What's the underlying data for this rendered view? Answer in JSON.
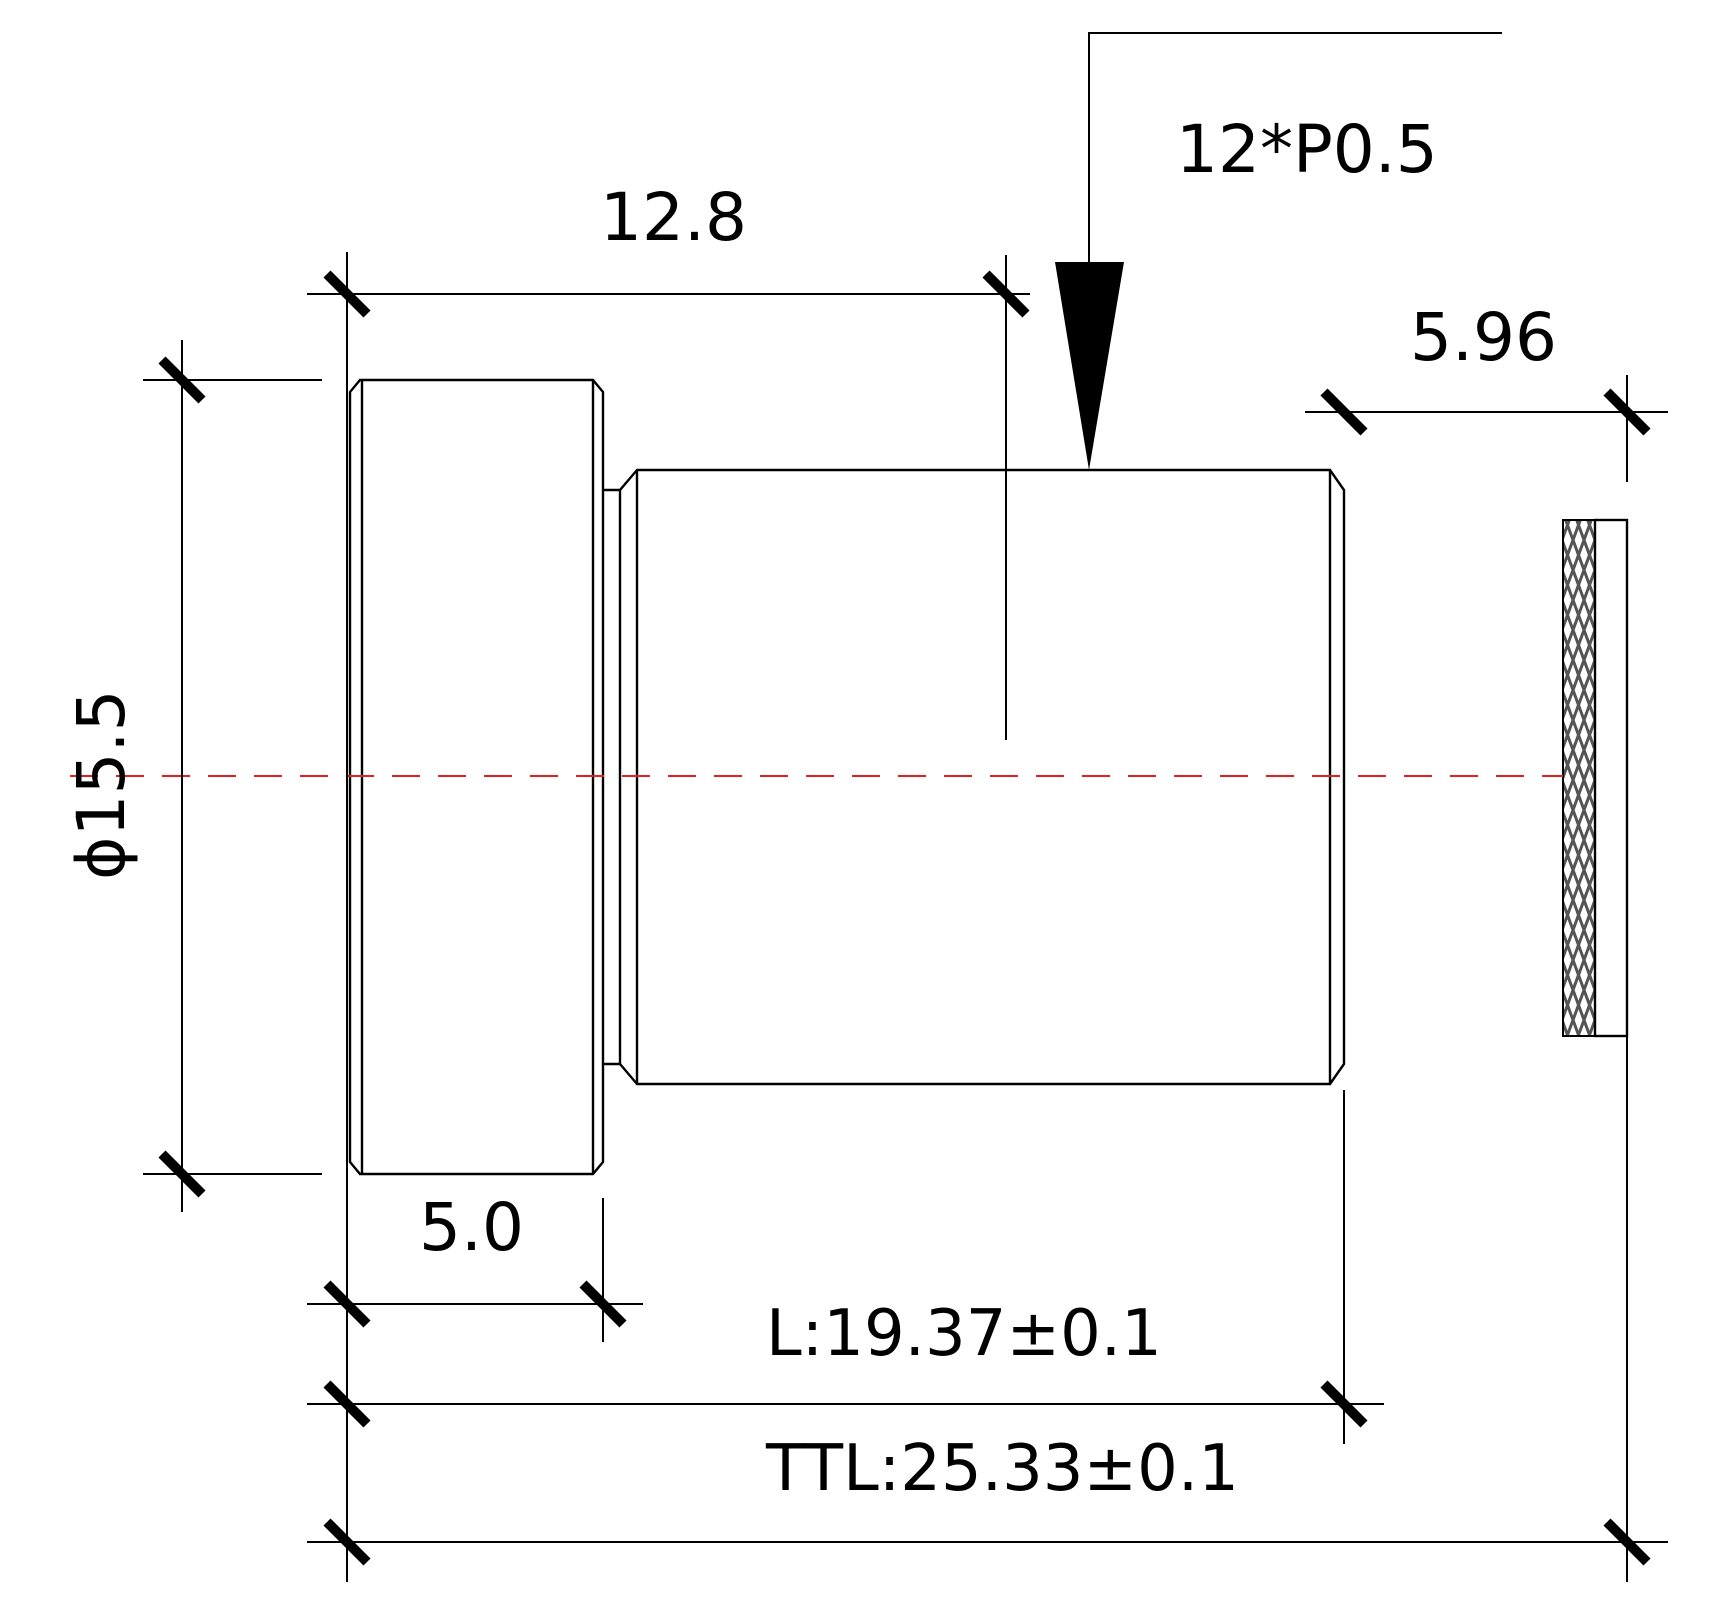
{
  "drawing": {
    "dimensions": {
      "thread_spec": "12*P0.5",
      "thread_length": "12.8",
      "back_focal": "5.96",
      "diameter": "ϕ15.5",
      "flange_width": "5.0",
      "lens_length": "L:19.37±0.1",
      "total_track_length": "TTL:25.33±0.1"
    },
    "colors": {
      "outline": "#000000",
      "optical_axis": "#e02020",
      "sensor_hatch": "#555555"
    }
  }
}
